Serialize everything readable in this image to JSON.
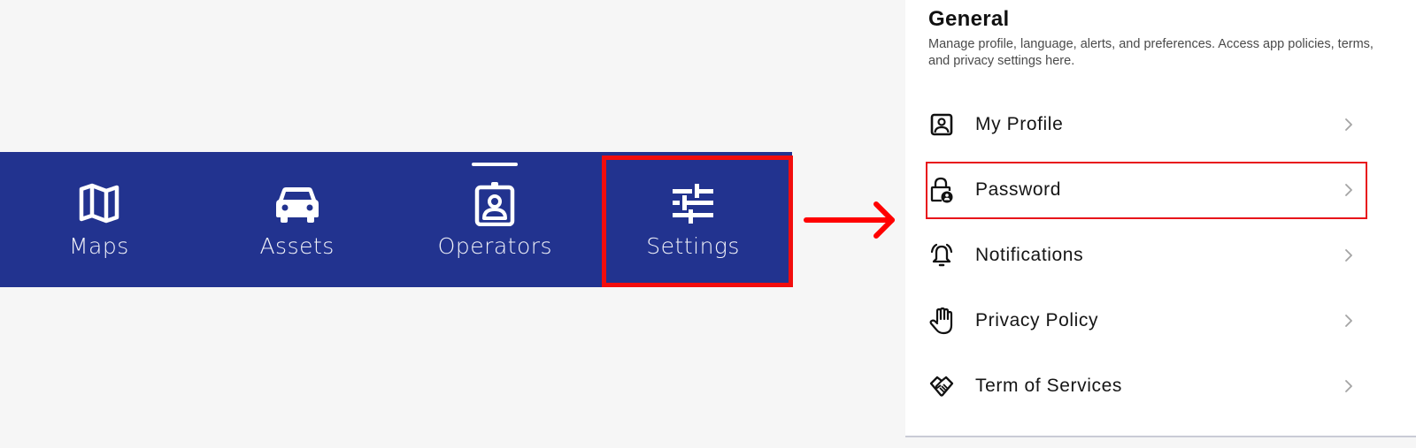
{
  "nav": {
    "items": [
      {
        "label": "Maps",
        "icon": "map-icon",
        "active": false
      },
      {
        "label": "Assets",
        "icon": "car-icon",
        "active": false
      },
      {
        "label": "Operators",
        "icon": "id-badge-icon",
        "active": true
      },
      {
        "label": "Settings",
        "icon": "sliders-icon",
        "active": false,
        "highlighted": true
      }
    ],
    "colors": {
      "background": "#22338f",
      "foreground": "#ffffff"
    }
  },
  "annotation": {
    "highlight_color": "#f20d0d",
    "arrow_direction": "right"
  },
  "settings_panel": {
    "title": "General",
    "description": "Manage profile, language, alerts, and preferences. Access app policies, terms, and privacy settings here.",
    "items": [
      {
        "label": "My Profile",
        "icon": "profile-icon",
        "chevron": "chevron-right-icon"
      },
      {
        "label": "Password",
        "icon": "lock-user-icon",
        "chevron": "chevron-right-icon",
        "highlighted": true
      },
      {
        "label": "Notifications",
        "icon": "bell-ringing-icon",
        "chevron": "chevron-right-icon"
      },
      {
        "label": "Privacy Policy",
        "icon": "hand-stop-icon",
        "chevron": "chevron-right-icon"
      },
      {
        "label": "Term of Services",
        "icon": "handshake-icon",
        "chevron": "chevron-right-icon"
      }
    ]
  }
}
